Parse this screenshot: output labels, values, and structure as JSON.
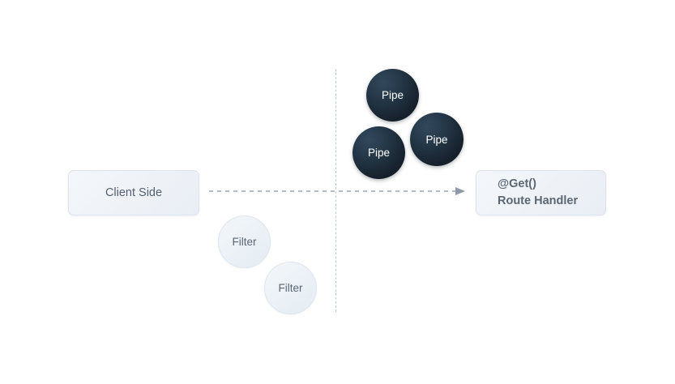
{
  "diagram": {
    "background_color": "#ffffff",
    "boxes": [
      {
        "id": "client-side",
        "label": "Client Side",
        "fill": "#eef2f7",
        "border": "#dde3ea",
        "text_color": "#55616e"
      },
      {
        "id": "route-handler",
        "line1": "@Get()",
        "line2": "Route Handler",
        "fill": "#eef2f7",
        "border": "#dde3ea",
        "text_color": "#5b6773"
      }
    ],
    "pipes": [
      {
        "id": "pipe-1",
        "label": "Pipe"
      },
      {
        "id": "pipe-2",
        "label": "Pipe"
      },
      {
        "id": "pipe-3",
        "label": "Pipe"
      }
    ],
    "filters": [
      {
        "id": "filter-1",
        "label": "Filter"
      },
      {
        "id": "filter-2",
        "label": "Filter"
      }
    ],
    "colors": {
      "pipe_fill": "#1b2936",
      "pipe_text": "#ffffff",
      "filter_fill": "#eaf0f6",
      "filter_border": "#dfe6ed",
      "filter_text": "#5b6773",
      "dashed_line": "#c3ccd6",
      "arrow": "#8d99a6"
    },
    "connectors": {
      "flow_arrow_direction": "left-to-right",
      "flow_arrow_style": "dashed",
      "divider_style": "dashed",
      "divider_orientation": "vertical"
    }
  }
}
